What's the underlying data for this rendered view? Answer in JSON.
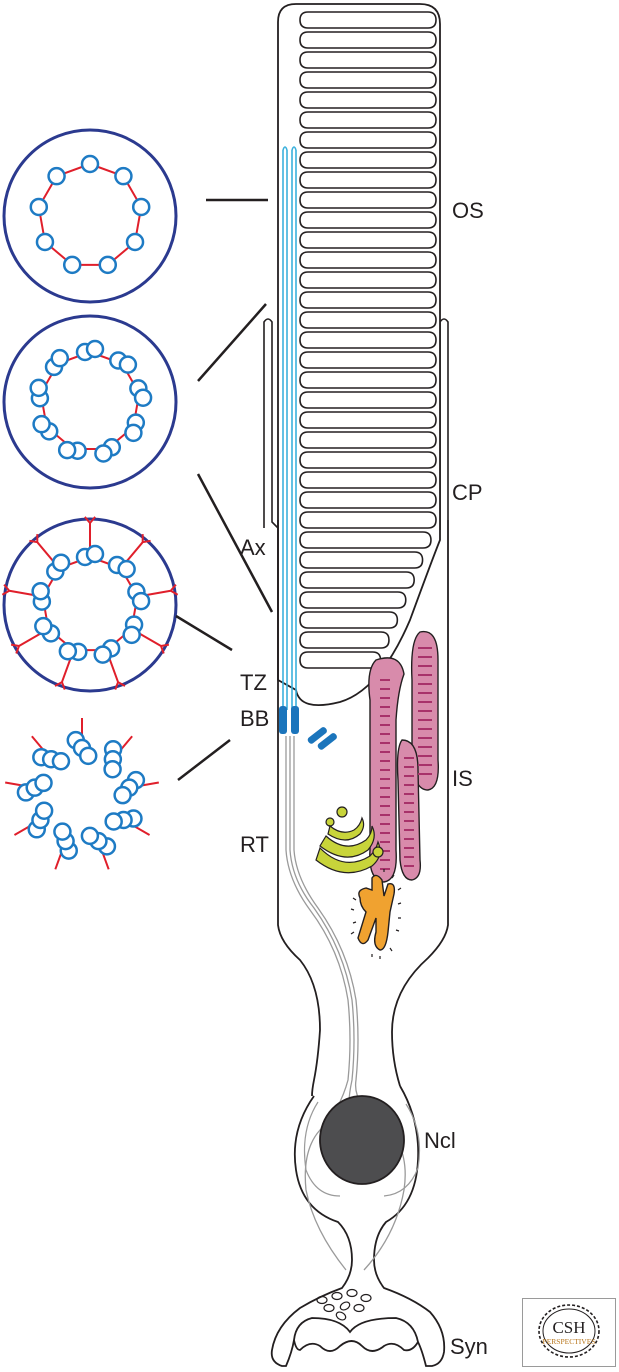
{
  "labels": {
    "os": "OS",
    "cp": "CP",
    "ax": "Ax",
    "tz": "TZ",
    "bb": "BB",
    "is": "IS",
    "rt": "RT",
    "ncl": "Ncl",
    "syn": "Syn"
  },
  "logo": {
    "main": "CSH",
    "sub": "PERSPECTIVES"
  },
  "colors": {
    "outline": "#231f20",
    "axoneme": "#3ab0dc",
    "microtubule": "#1e7bc4",
    "cross_section_border": "#2b3a8f",
    "linker": "#e01f2b",
    "basal_body": "#1b75bc",
    "mitochondria": "#d88bab",
    "mitochondria_stripes": "#a8326a",
    "golgi": "#c8d43a",
    "er": "#f0a230",
    "nucleus": "#4d4d4f",
    "logo_gold": "#b8761c"
  }
}
